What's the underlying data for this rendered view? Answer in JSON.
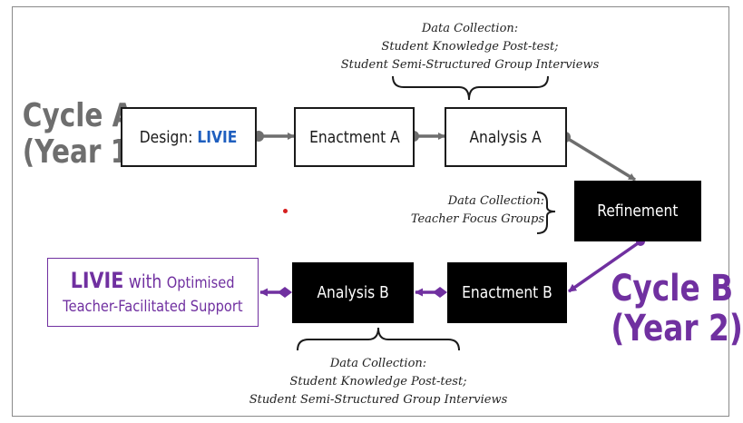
{
  "colors": {
    "grey": "#6e6e6e",
    "purple": "#7030a0",
    "blue": "#1f5fbf",
    "red": "#d61f1f"
  },
  "cycle_a": {
    "line1": "Cycle A",
    "line2": "(Year 1)"
  },
  "cycle_b": {
    "line1": "Cycle B",
    "line2": "(Year 2)"
  },
  "boxes": {
    "design_prefix": "Design: ",
    "design_highlight": "LIVIE",
    "enactment_a": "Enactment A",
    "analysis_a": "Analysis A",
    "refinement": "Refinement",
    "enactment_b": "Enactment B",
    "analysis_b": "Analysis B",
    "livie_bold": "LIVIE",
    "livie_with": " with ",
    "livie_optimised": "Optimised",
    "livie_line2": "Teacher-Facilitated Support"
  },
  "data_collection_a": {
    "line1": "Data Collection:",
    "line2": "Student Knowledge Post-test;",
    "line3": "Student Semi-Structured Group Interviews"
  },
  "data_collection_refine": {
    "line1": "Data Collection:",
    "line2": "Teacher Focus Groups"
  },
  "data_collection_b": {
    "line1": "Data Collection:",
    "line2": "Student Knowledge Post-test;",
    "line3": "Student Semi-Structured Group Interviews"
  }
}
